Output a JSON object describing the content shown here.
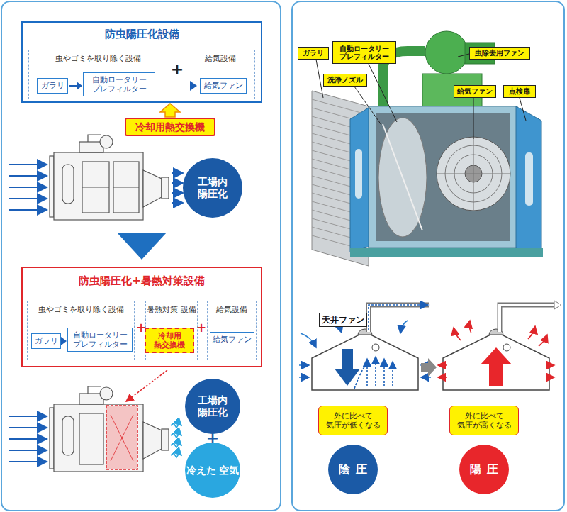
{
  "diagram": {
    "nodes": [
      {
        "text": [
          "防虫陽圧化設備"
        ]
      },
      {
        "text": [
          "虫やゴミを取り除く設備"
        ],
        "in": 0
      },
      {
        "text": [
          "ガラリ"
        ],
        "in": 1
      },
      {
        "text": [
          "自動ロータリー プレフィルター"
        ],
        "in": 1
      },
      {
        "text": [
          "給気設備"
        ],
        "in": 0
      },
      {
        "text": [
          "給気ファン"
        ],
        "in": 4
      },
      {
        "text": [
          "冷却用熱交換機"
        ]
      },
      {
        "text": [
          "工場内 陽圧化"
        ]
      },
      {
        "text": [
          "防虫陽圧化+暑熱対策設備"
        ]
      },
      {
        "text": [
          "虫やゴミを取り除く設備"
        ],
        "in": 8
      },
      {
        "text": [
          "ガラリ"
        ],
        "in": 9
      },
      {
        "text": [
          "自動ロータリー プレフィルター"
        ],
        "in": 9
      },
      {
        "text": [
          "暑熱対策 設備"
        ],
        "in": 8
      },
      {
        "text": [
          "冷却用 熱交換機"
        ],
        "in": 12
      },
      {
        "text": [
          "給気設備"
        ],
        "in": 8
      },
      {
        "text": [
          "給気ファン"
        ],
        "in": 14
      },
      {
        "text": [
          "工場内 陽圧化"
        ]
      },
      {
        "text": [
          "冷えた 空気"
        ]
      },
      {
        "text": [
          "ガラリ"
        ]
      },
      {
        "text": [
          "自動ロータリー プレフィルター"
        ]
      },
      {
        "text": [
          "虫除去用ファン"
        ]
      },
      {
        "text": [
          "洗浄ノズル"
        ]
      },
      {
        "text": [
          "給気ファン"
        ]
      },
      {
        "text": [
          "点検扉"
        ]
      },
      {
        "text": [
          "天井ファン"
        ]
      },
      {
        "text": [
          "外に比べて 気圧が低くなる"
        ]
      },
      {
        "text": [
          "外に比べて 気圧が高くなる"
        ]
      },
      {
        "text": [
          "陰圧"
        ]
      },
      {
        "text": [
          "陽圧"
        ]
      }
    ],
    "edges": [
      {
        "from": 2,
        "to": 3,
        "arrow": "to"
      },
      {
        "from": 6,
        "to": 0,
        "arrow": "to"
      },
      {
        "from": 10,
        "to": 11,
        "arrow": "to"
      }
    ],
    "labels": [
      "+",
      "+",
      "+",
      "+"
    ]
  }
}
